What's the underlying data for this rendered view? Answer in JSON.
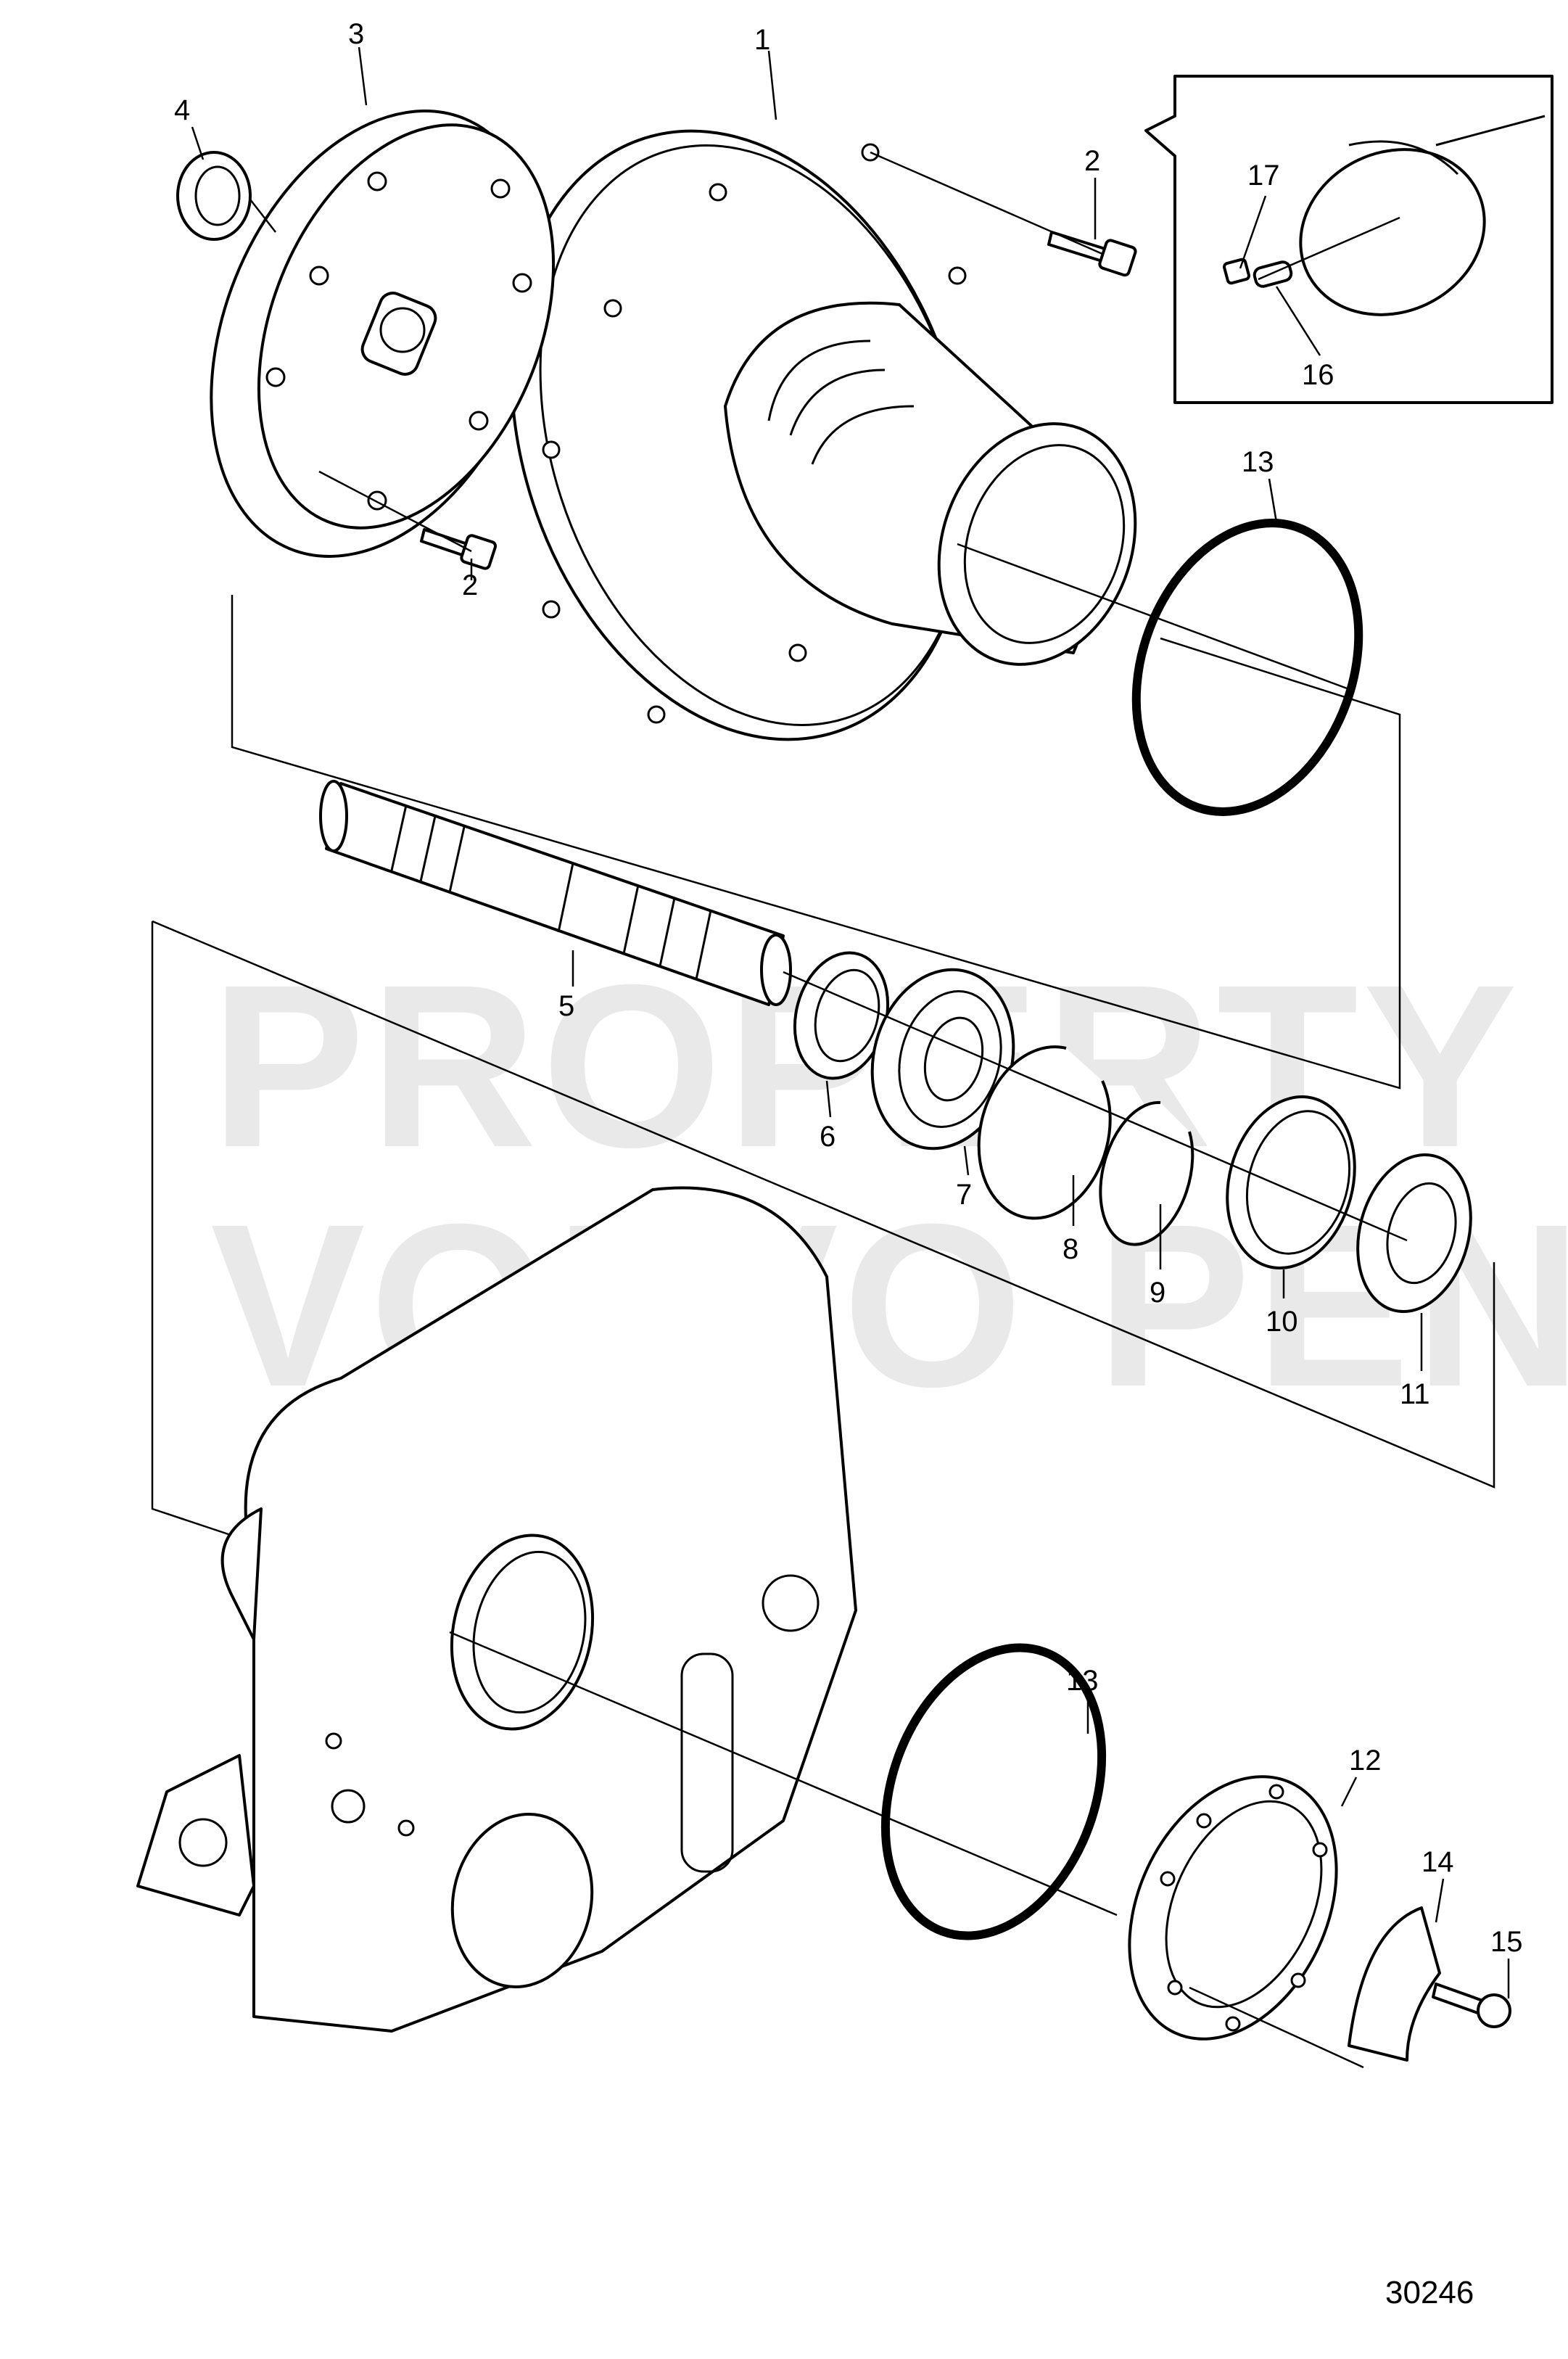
{
  "watermark": {
    "line1": "PROPERTY OF",
    "line2": "VOLVO PENTA"
  },
  "document_number": "30246",
  "callouts": {
    "c1": "1",
    "c2a": "2",
    "c2b": "2",
    "c3": "3",
    "c4": "4",
    "c5": "5",
    "c6": "6",
    "c7": "7",
    "c8": "8",
    "c9": "9",
    "c10": "10",
    "c11": "11",
    "c12": "12",
    "c13a": "13",
    "c13b": "13",
    "c14": "14",
    "c15": "15",
    "c16": "16",
    "c17": "17"
  }
}
